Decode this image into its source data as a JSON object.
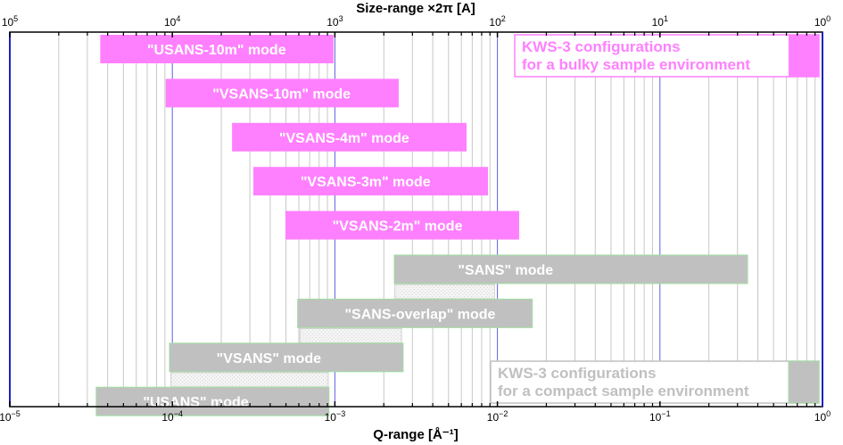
{
  "chart_data": {
    "type": "bar",
    "orientation": "horizontal-range",
    "title": "",
    "xlabel": "Q-range [Å⁻¹]",
    "x2label": "Size-range ×2π [A]",
    "xscale": "log",
    "xlim": [
      1e-05,
      1
    ],
    "x_ticks": [
      {
        "base": "10",
        "exp": "−5"
      },
      {
        "base": "10",
        "exp": "−4"
      },
      {
        "base": "10",
        "exp": "−3"
      },
      {
        "base": "10",
        "exp": "−2"
      },
      {
        "base": "10",
        "exp": "−1"
      },
      {
        "base": "10",
        "exp": "0"
      }
    ],
    "x2_ticks": [
      {
        "base": "10",
        "exp": "5"
      },
      {
        "base": "10",
        "exp": "4"
      },
      {
        "base": "10",
        "exp": "3"
      },
      {
        "base": "10",
        "exp": "2"
      },
      {
        "base": "10",
        "exp": "1"
      },
      {
        "base": "10",
        "exp": "0"
      }
    ],
    "grid": true,
    "colors": {
      "bulky": "#ff80ff",
      "compact": "#c0c0c0",
      "compact_border": "#a0e0a0",
      "major_grid": "#6060e0",
      "minor_grid": "#c8c8c8"
    },
    "series": [
      {
        "name": "\"USANS-10m\" mode",
        "group": "bulky",
        "q_min": 3.6e-05,
        "q_max": 0.00098
      },
      {
        "name": "\"VSANS-10m\" mode",
        "group": "bulky",
        "q_min": 9.1e-05,
        "q_max": 0.00247
      },
      {
        "name": "\"VSANS-4m\" mode",
        "group": "bulky",
        "q_min": 0.000233,
        "q_max": 0.00646
      },
      {
        "name": "\"VSANS-3m\" mode",
        "group": "bulky",
        "q_min": 0.000315,
        "q_max": 0.00875
      },
      {
        "name": "\"VSANS-2m\" mode",
        "group": "bulky",
        "q_min": 0.000496,
        "q_max": 0.0136
      },
      {
        "name": "\"SANS\" mode",
        "group": "compact",
        "q_min": 0.00232,
        "q_max": 0.346,
        "hatch_min": 0.00234,
        "hatch_max": 0.0096
      },
      {
        "name": "\"SANS-overlap\" mode",
        "group": "compact",
        "q_min": 0.00059,
        "q_max": 0.0164,
        "hatch_min": 0.00061,
        "hatch_max": 0.00257
      },
      {
        "name": "\"VSANS\" mode",
        "group": "compact",
        "q_min": 9.6e-05,
        "q_max": 0.00263,
        "hatch_min": 9.8e-05,
        "hatch_max": 0.00091
      },
      {
        "name": "\"USANS\" mode",
        "group": "compact",
        "q_min": 3.4e-05,
        "q_max": 0.00092
      }
    ],
    "legend": [
      {
        "group": "bulky",
        "line1": "KWS-3 configurations",
        "line2": "for a bulky sample environment",
        "placement": "top-right"
      },
      {
        "group": "compact",
        "line1": "KWS-3 configurations",
        "line2": "for a compact sample environment",
        "placement": "bottom-right"
      }
    ]
  }
}
